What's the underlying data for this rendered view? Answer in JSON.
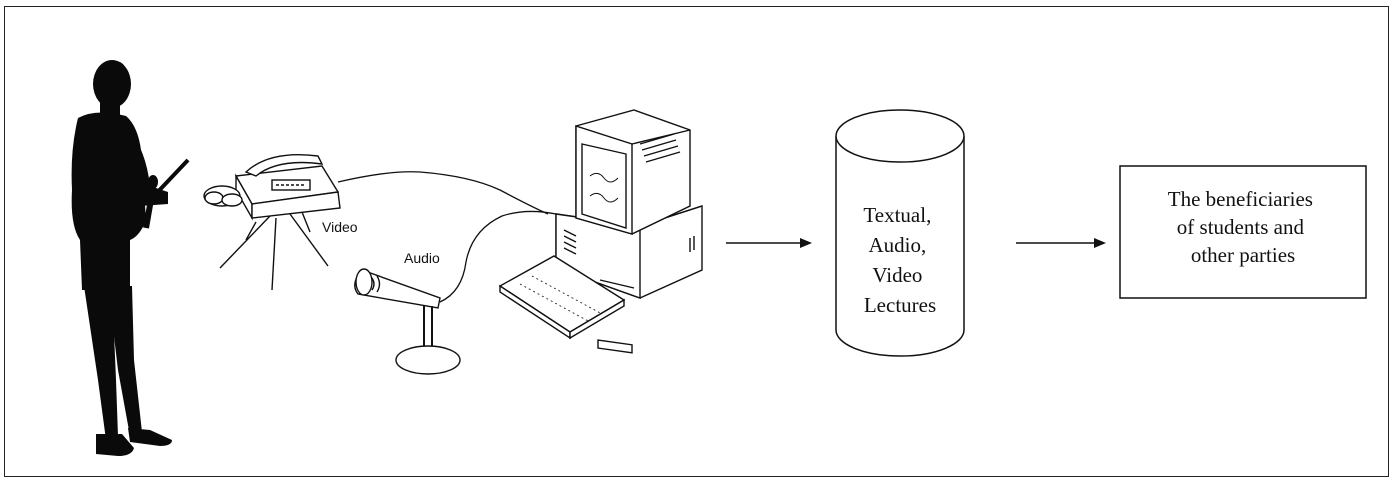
{
  "labels": {
    "video": "Video",
    "audio": "Audio"
  },
  "storage": {
    "lines": [
      "Textual,",
      "Audio,",
      "Video",
      "Lectures"
    ]
  },
  "beneficiaries": {
    "lines": [
      "The beneficiaries",
      "of students and",
      "other parties"
    ]
  },
  "colors": {
    "stroke": "#111111",
    "silhouette": "#0a0a0a",
    "background": "#ffffff"
  }
}
